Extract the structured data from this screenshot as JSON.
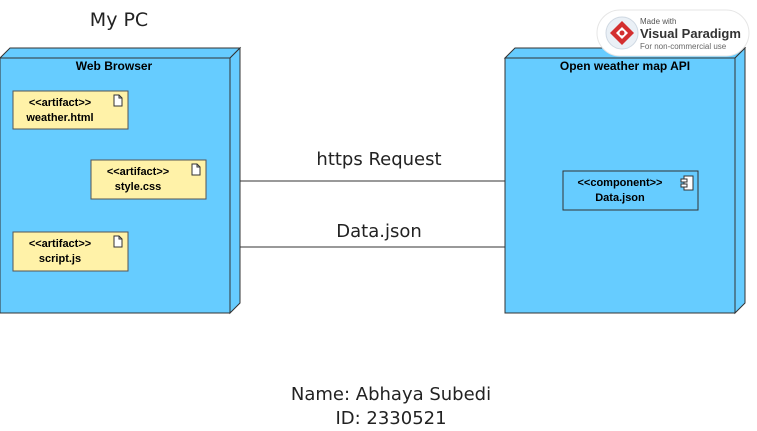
{
  "diagram": {
    "pc_label": "My PC",
    "node_left": {
      "title": "Web Browser",
      "artifacts": [
        {
          "stereotype": "<<artifact>>",
          "name": "weather.html"
        },
        {
          "stereotype": "<<artifact>>",
          "name": "style.css"
        },
        {
          "stereotype": "<<artifact>>",
          "name": "script.js"
        }
      ]
    },
    "node_right": {
      "title": "Open weather map API",
      "component": {
        "stereotype": "<<component>>",
        "name": "Data.json"
      }
    },
    "connectors": [
      {
        "label": "https Request"
      },
      {
        "label": "Data.json"
      }
    ],
    "footer": {
      "name_line": "Name: Abhaya Subedi",
      "id_line": "ID: 2330521"
    },
    "watermark": {
      "line1": "Made with",
      "brand": "Visual Paradigm",
      "line3": "For non-commercial use"
    },
    "colors": {
      "node_fill": "#66CCFF",
      "node_stroke": "#333333",
      "artifact_fill": "#FFF2A8",
      "artifact_stroke": "#555555",
      "brand_red": "#D32F2F"
    }
  }
}
